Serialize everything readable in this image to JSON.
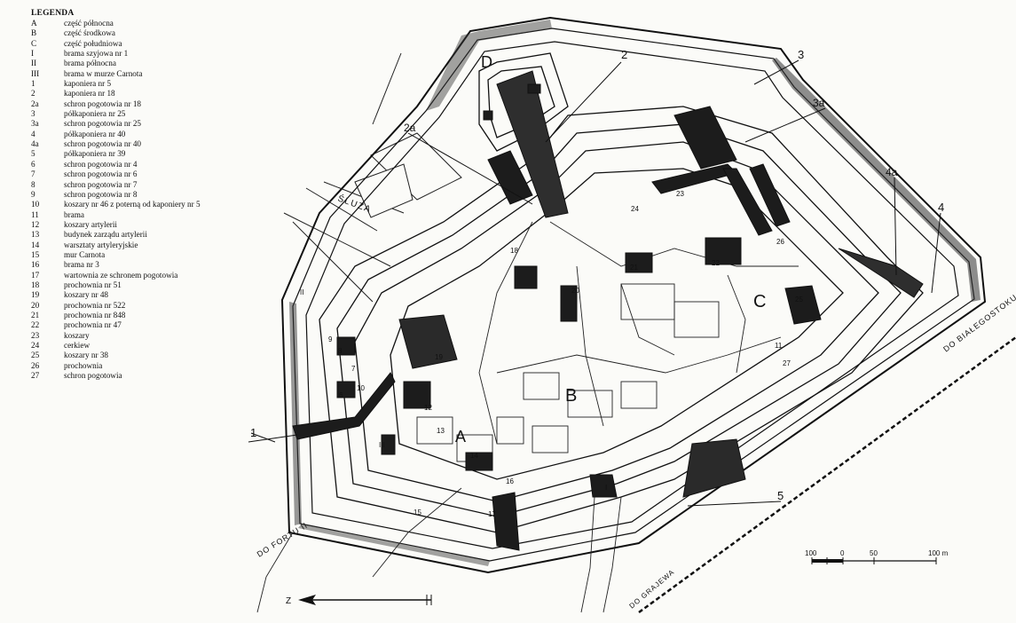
{
  "legend": {
    "title": "LEGENDA",
    "items": [
      {
        "key": "A",
        "label": "część północna"
      },
      {
        "key": "B",
        "label": "część środkowa"
      },
      {
        "key": "C",
        "label": "część południowa"
      },
      {
        "key": "I",
        "label": "brama szyjowa nr 1"
      },
      {
        "key": "II",
        "label": "brama północna"
      },
      {
        "key": "III",
        "label": "brama w murze Carnota"
      },
      {
        "key": "1",
        "label": "kaponiera    nr 5"
      },
      {
        "key": "2",
        "label": "kaponiera  nr  18"
      },
      {
        "key": "2a",
        "label": "schron pogotowia nr 18"
      },
      {
        "key": "3",
        "label": "półkaponiera nr 25"
      },
      {
        "key": "3a",
        "label": "schron pogotowia nr 25"
      },
      {
        "key": "4",
        "label": "półkaponiera nr 40"
      },
      {
        "key": "4a",
        "label": "schron pogotowia nr 40"
      },
      {
        "key": "5",
        "label": "półkaponiera nr 39"
      },
      {
        "key": "6",
        "label": "schron pogotowia nr 4"
      },
      {
        "key": "7",
        "label": "schron pogotowia nr 6"
      },
      {
        "key": "8",
        "label": "schron pogotowia nr 7"
      },
      {
        "key": "9",
        "label": "schron pogotowia nr 8"
      },
      {
        "key": "10",
        "label": "koszary nr 46 z poterną od kaponiery nr 5"
      },
      {
        "key": "11",
        "label": "brama"
      },
      {
        "key": "12",
        "label": "koszary artylerii"
      },
      {
        "key": "13",
        "label": "budynek zarządu artylerii"
      },
      {
        "key": "14",
        "label": "warsztaty artyleryjskie"
      },
      {
        "key": "15",
        "label": "mur Carnota"
      },
      {
        "key": "16",
        "label": "brama nr 3"
      },
      {
        "key": "17",
        "label": "wartownia ze schronem pogotowia"
      },
      {
        "key": "18",
        "label": "prochownia nr 51"
      },
      {
        "key": "19",
        "label": "koszary nr 48"
      },
      {
        "key": "20",
        "label": "prochownia nr 522"
      },
      {
        "key": "21",
        "label": "prochownia nr 848"
      },
      {
        "key": "22",
        "label": "prochownia nr 47"
      },
      {
        "key": "23",
        "label": "koszary"
      },
      {
        "key": "24",
        "label": "cerkiew"
      },
      {
        "key": "25",
        "label": "koszary nr 38"
      },
      {
        "key": "26",
        "label": "prochownia"
      },
      {
        "key": "27",
        "label": "schron pogotowia"
      }
    ]
  },
  "map": {
    "part_labels": {
      "A": "A",
      "B": "B",
      "C": "C",
      "D": "D"
    },
    "callouts": {
      "c1": "1",
      "c2": "2",
      "c2a": "2a",
      "c3": "3",
      "c3a": "3a",
      "c4": "4",
      "c4a": "4a",
      "c5": "5"
    },
    "numbers": {
      "n6": "6",
      "n7": "7",
      "n8": "8",
      "n9": "9",
      "n10": "10",
      "n11": "11",
      "n12": "12",
      "n13": "13",
      "n14": "14",
      "n15": "15",
      "n16": "16",
      "n17": "17",
      "n18": "18",
      "n19": "19",
      "n20": "20",
      "n21": "21",
      "n22": "22",
      "n23": "23",
      "n24": "24",
      "n25": "25",
      "n26": "26",
      "n27": "27",
      "rI": "I",
      "rII": "II",
      "rIII": "III"
    },
    "roads": {
      "sluza": "ŚLUZA",
      "portu": "DO FORTU II",
      "grajewa": "DO GRAJEWA",
      "gostoku": "DO BIAŁEGOSTOKU"
    },
    "scale": {
      "t100l": "100",
      "t0": "0",
      "t50": "50",
      "t100r": "100 m"
    },
    "north": "Z"
  }
}
